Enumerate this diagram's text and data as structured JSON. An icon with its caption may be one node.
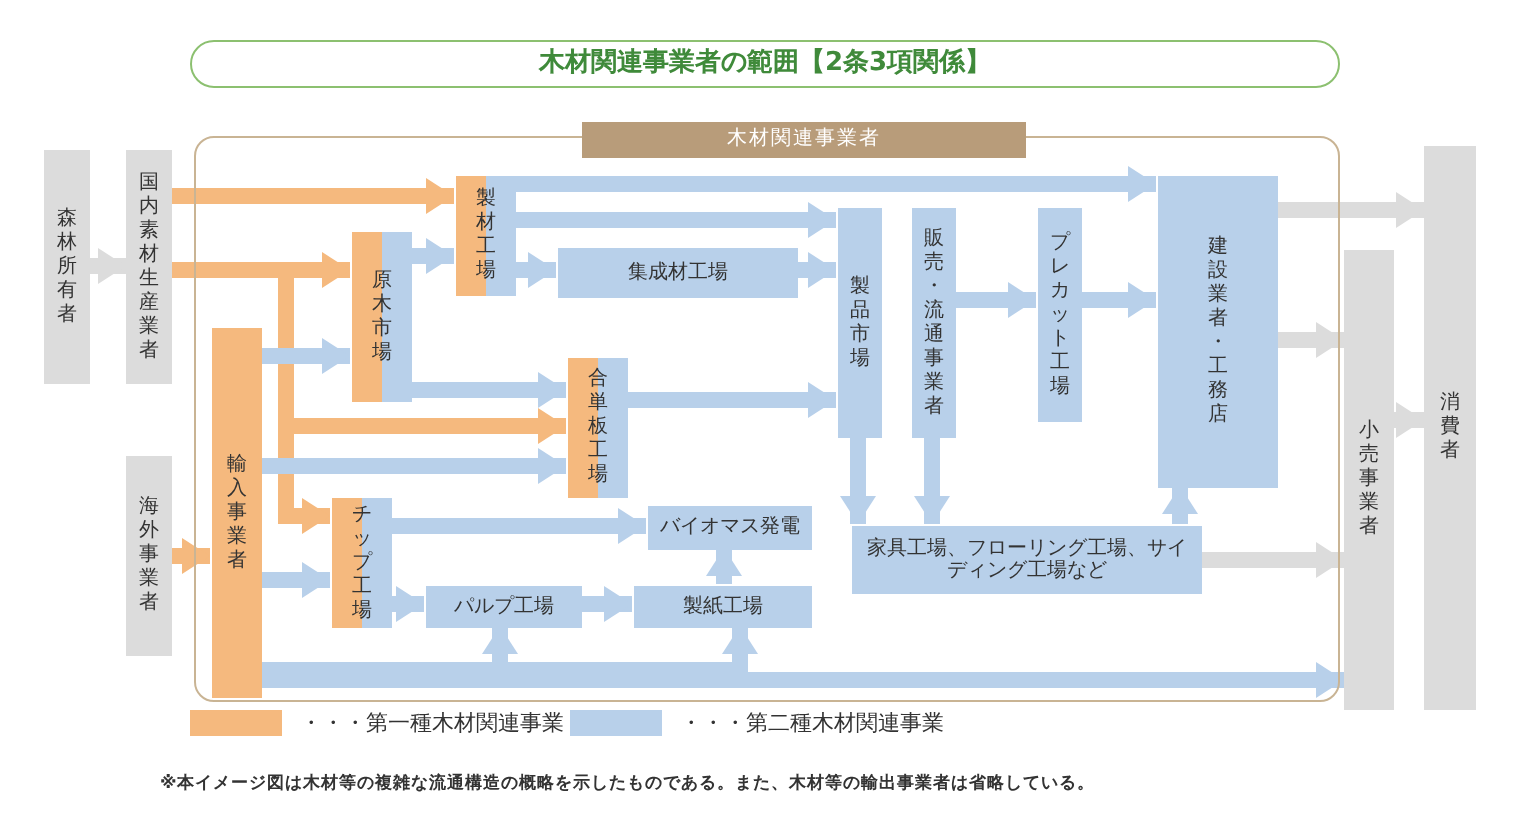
{
  "diagram": {
    "title": "木材関連事業者の範囲【2条3項関係】",
    "caption": "※本イメージ図は木材等の複雑な流通構造の概略を示したものである。また、木材等の輸出事業者は省略している。",
    "nodes": [
      {
        "text": [
          "森林所有者"
        ]
      },
      {
        "text": [
          "国内素材生産業者"
        ]
      },
      {
        "text": [
          "海外事業者"
        ]
      },
      {
        "text": [
          "木材関連事業者"
        ]
      },
      {
        "text": [
          "輸入事業者"
        ],
        "in": 3
      },
      {
        "text": [
          "原木市場"
        ],
        "in": 3
      },
      {
        "text": [
          "製材工場"
        ],
        "in": 3
      },
      {
        "text": [
          "集成材工場"
        ],
        "in": 3
      },
      {
        "text": [
          "合単板工場"
        ],
        "in": 3
      },
      {
        "text": [
          "チップ工場"
        ],
        "in": 3
      },
      {
        "text": [
          "パルプ工場"
        ],
        "in": 3
      },
      {
        "text": [
          "バイオマス発電"
        ],
        "in": 3
      },
      {
        "text": [
          "製紙工場"
        ],
        "in": 3
      },
      {
        "text": [
          "製品市場"
        ],
        "in": 3
      },
      {
        "text": [
          "販売・流通事業者"
        ],
        "in": 3
      },
      {
        "text": [
          "プレカット工場"
        ],
        "in": 3
      },
      {
        "text": [
          "家具工場、フローリング工場、サイディング工場など"
        ],
        "in": 3
      },
      {
        "text": [
          "建設業者・工務店"
        ],
        "in": 3
      },
      {
        "text": [
          "小売事業者"
        ]
      },
      {
        "text": [
          "消費者"
        ]
      }
    ],
    "edges": [
      {
        "from": 0,
        "to": 1,
        "arrow": "to",
        "color": "#dcdcdc"
      },
      {
        "from": 1,
        "to": 6,
        "arrow": "to",
        "color": "#f5b97e"
      },
      {
        "from": 1,
        "to": 5,
        "arrow": "to",
        "color": "#f5b97e"
      },
      {
        "from": 1,
        "to": 8,
        "arrow": "to",
        "color": "#f5b97e"
      },
      {
        "from": 1,
        "to": 9,
        "arrow": "to",
        "color": "#f5b97e"
      },
      {
        "from": 2,
        "to": 4,
        "arrow": "to",
        "color": "#f5b97e"
      },
      {
        "from": 4,
        "to": 5,
        "arrow": "to"
      },
      {
        "from": 4,
        "to": 8,
        "arrow": "to"
      },
      {
        "from": 4,
        "to": 9,
        "arrow": "to"
      },
      {
        "from": 5,
        "to": 6,
        "arrow": "to"
      },
      {
        "from": 5,
        "to": 8,
        "arrow": "to"
      },
      {
        "from": 6,
        "to": 7,
        "arrow": "to"
      },
      {
        "from": 6,
        "to": 13,
        "arrow": "to"
      },
      {
        "from": 6,
        "to": 17,
        "arrow": "to"
      },
      {
        "from": 7,
        "to": 13,
        "arrow": "to"
      },
      {
        "from": 8,
        "to": 13,
        "arrow": "to"
      },
      {
        "from": 9,
        "to": 10,
        "arrow": "to"
      },
      {
        "from": 9,
        "to": 11,
        "arrow": "to"
      },
      {
        "from": 10,
        "to": 12,
        "arrow": "to"
      },
      {
        "from": 12,
        "to": 11,
        "arrow": "to"
      },
      {
        "from": 13,
        "to": 16,
        "arrow": "to"
      },
      {
        "from": 14,
        "to": 16,
        "arrow": "to"
      },
      {
        "from": 14,
        "to": 15,
        "arrow": "to"
      },
      {
        "from": 15,
        "to": 17,
        "arrow": "to"
      },
      {
        "from": 16,
        "to": 17,
        "arrow": "to"
      },
      {
        "from": 17,
        "to": 19,
        "arrow": "to",
        "color": "#dcdcdc"
      },
      {
        "from": 17,
        "to": 18,
        "arrow": "to",
        "color": "#dcdcdc"
      },
      {
        "from": 16,
        "to": 18,
        "arrow": "to",
        "color": "#dcdcdc"
      },
      {
        "from": 18,
        "to": 19,
        "arrow": "to",
        "color": "#dcdcdc"
      },
      {
        "from": 4,
        "to": 12,
        "arrow": "to"
      },
      {
        "from": 4,
        "to": 10,
        "arrow": "to"
      },
      {
        "from": 4,
        "to": 18,
        "arrow": "to"
      }
    ],
    "legend": [
      {
        "text": "・・・第一種木材関連事業",
        "color": "#f5b97e"
      },
      {
        "text": "・・・第二種木材関連事業",
        "color": "#b8d0ea"
      }
    ]
  }
}
